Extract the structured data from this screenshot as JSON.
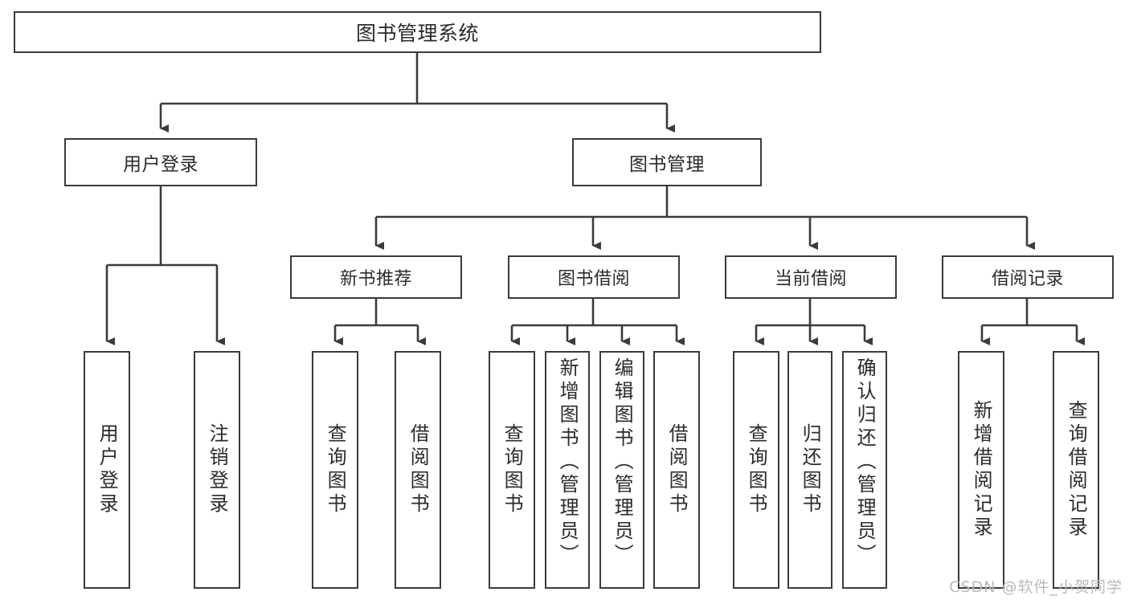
{
  "diagram": {
    "title_label": "图书管理系统",
    "watermark": "CSDN @软件_小贺同学",
    "colors": {
      "box_border": "#3b3b3b",
      "box_fill": "#ffffff",
      "text": "#2b2b2b",
      "connector": "#3b3b3b",
      "watermark": "#b9b9b9",
      "background": "#ffffff"
    },
    "level2": [
      {
        "label": "用户登录"
      },
      {
        "label": "图书管理"
      }
    ],
    "level3": [
      {
        "label": "新书推荐"
      },
      {
        "label": "图书借阅"
      },
      {
        "label": "当前借阅"
      },
      {
        "label": "借阅记录"
      }
    ],
    "leaves": [
      {
        "label": "用户登录"
      },
      {
        "label": "注销登录"
      },
      {
        "label": "查询图书"
      },
      {
        "label": "借阅图书"
      },
      {
        "label": "查询图书"
      },
      {
        "label": "新增图书（管理员）"
      },
      {
        "label": "编辑图书（管理员）"
      },
      {
        "label": "借阅图书"
      },
      {
        "label": "查询图书"
      },
      {
        "label": "归还图书"
      },
      {
        "label": "确认归还（管理员）"
      },
      {
        "label": "新增借阅记录"
      },
      {
        "label": "查询借阅记录"
      }
    ]
  },
  "chart_data": {
    "type": "diagram",
    "diagram_kind": "tree / system function hierarchy chart",
    "title": "图书管理系统",
    "root": "图书管理系统",
    "nodes": [
      {
        "id": "root",
        "label": "图书管理系统",
        "level": 1,
        "parent": null
      },
      {
        "id": "n-user-login",
        "label": "用户登录",
        "level": 2,
        "parent": "root"
      },
      {
        "id": "n-book-mgmt",
        "label": "图书管理",
        "level": 2,
        "parent": "root"
      },
      {
        "id": "l-user-login",
        "label": "用户登录",
        "level": 3,
        "parent": "n-user-login"
      },
      {
        "id": "l-user-logout",
        "label": "注销登录",
        "level": 3,
        "parent": "n-user-login"
      },
      {
        "id": "n-new-book",
        "label": "新书推荐",
        "level": 3,
        "parent": "n-book-mgmt"
      },
      {
        "id": "n-borrow",
        "label": "图书借阅",
        "level": 3,
        "parent": "n-book-mgmt"
      },
      {
        "id": "n-current",
        "label": "当前借阅",
        "level": 3,
        "parent": "n-book-mgmt"
      },
      {
        "id": "n-record",
        "label": "借阅记录",
        "level": 3,
        "parent": "n-book-mgmt"
      },
      {
        "id": "l-nb-query",
        "label": "查询图书",
        "level": 4,
        "parent": "n-new-book"
      },
      {
        "id": "l-nb-borrow",
        "label": "借阅图书",
        "level": 4,
        "parent": "n-new-book"
      },
      {
        "id": "l-bo-query",
        "label": "查询图书",
        "level": 4,
        "parent": "n-borrow"
      },
      {
        "id": "l-bo-add",
        "label": "新增图书（管理员）",
        "level": 4,
        "parent": "n-borrow"
      },
      {
        "id": "l-bo-edit",
        "label": "编辑图书（管理员）",
        "level": 4,
        "parent": "n-borrow"
      },
      {
        "id": "l-bo-borrow",
        "label": "借阅图书",
        "level": 4,
        "parent": "n-borrow"
      },
      {
        "id": "l-cu-query",
        "label": "查询图书",
        "level": 4,
        "parent": "n-current"
      },
      {
        "id": "l-cu-return",
        "label": "归还图书",
        "level": 4,
        "parent": "n-current"
      },
      {
        "id": "l-cu-confirm",
        "label": "确认归还（管理员）",
        "level": 4,
        "parent": "n-current"
      },
      {
        "id": "l-re-add",
        "label": "新增借阅记录",
        "level": 4,
        "parent": "n-record"
      },
      {
        "id": "l-re-query",
        "label": "查询借阅记录",
        "level": 4,
        "parent": "n-record"
      }
    ],
    "edges": [
      {
        "from": "root",
        "to": "n-user-login"
      },
      {
        "from": "root",
        "to": "n-book-mgmt"
      },
      {
        "from": "n-user-login",
        "to": "l-user-login"
      },
      {
        "from": "n-user-login",
        "to": "l-user-logout"
      },
      {
        "from": "n-book-mgmt",
        "to": "n-new-book"
      },
      {
        "from": "n-book-mgmt",
        "to": "n-borrow"
      },
      {
        "from": "n-book-mgmt",
        "to": "n-current"
      },
      {
        "from": "n-book-mgmt",
        "to": "n-record"
      },
      {
        "from": "n-new-book",
        "to": "l-nb-query"
      },
      {
        "from": "n-new-book",
        "to": "l-nb-borrow"
      },
      {
        "from": "n-borrow",
        "to": "l-bo-query"
      },
      {
        "from": "n-borrow",
        "to": "l-bo-add"
      },
      {
        "from": "n-borrow",
        "to": "l-bo-edit"
      },
      {
        "from": "n-borrow",
        "to": "l-bo-borrow"
      },
      {
        "from": "n-current",
        "to": "l-cu-query"
      },
      {
        "from": "n-current",
        "to": "l-cu-return"
      },
      {
        "from": "n-current",
        "to": "l-cu-confirm"
      },
      {
        "from": "n-record",
        "to": "l-re-add"
      },
      {
        "from": "n-record",
        "to": "l-re-query"
      }
    ],
    "edge_style": "orthogonal elbow with filled triangular arrowheads pointing down",
    "annotations": [
      "CSDN @软件_小贺同学"
    ]
  }
}
